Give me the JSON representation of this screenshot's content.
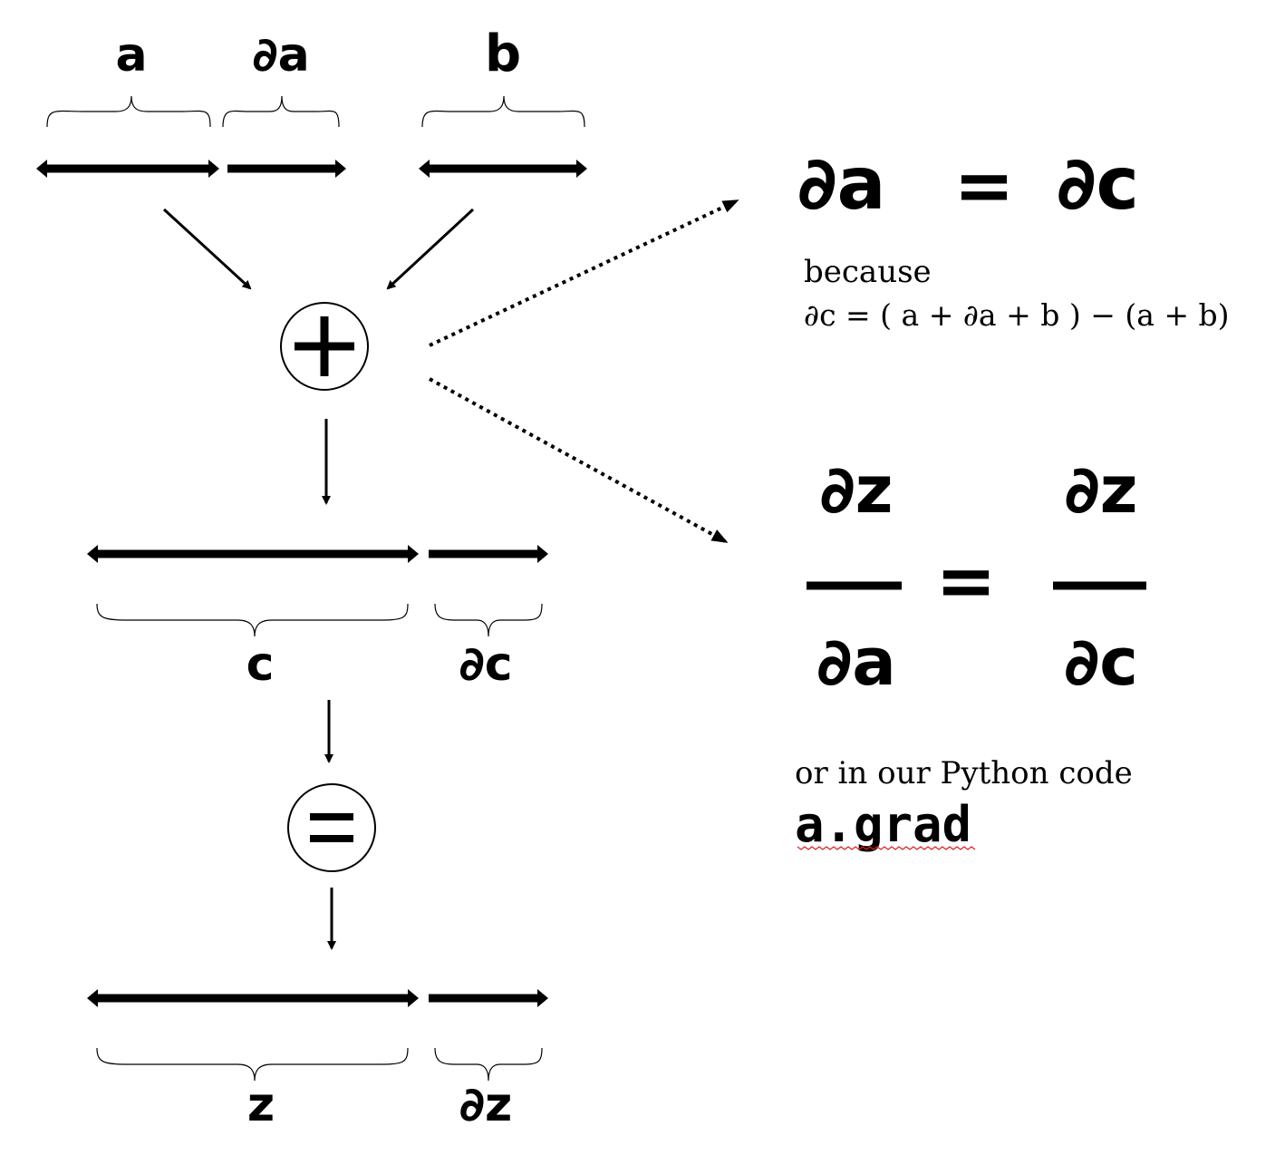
{
  "diagram": {
    "labels": {
      "a": "a",
      "da": "∂a",
      "b": "b",
      "c": "c",
      "dc": "∂c",
      "z": "z",
      "dz": "∂z"
    },
    "operators": {
      "plus": "+",
      "equals": "="
    },
    "equation1": {
      "lhs": "∂a",
      "eq": "=",
      "rhs": "∂c"
    },
    "because": {
      "word": "because",
      "formula": "∂c = ( a + ∂a  + b ) − (a + b)"
    },
    "equation2": {
      "lhs_num": "∂z",
      "lhs_den": "∂a",
      "rhs_num": "∂z",
      "rhs_den": "∂c",
      "eq": "="
    },
    "python": {
      "caption": "or in our Python code",
      "code": "a.grad"
    }
  }
}
